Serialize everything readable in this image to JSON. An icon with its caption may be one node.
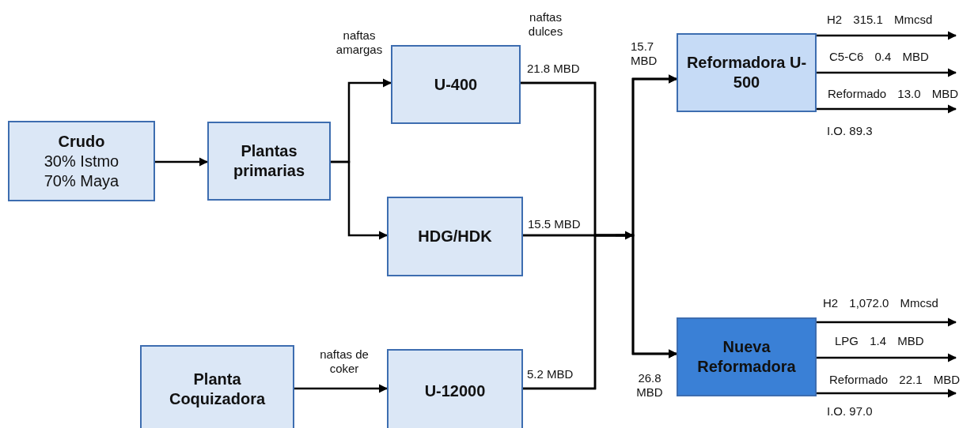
{
  "diagram": {
    "nodes": [
      {
        "text": [
          "Crudo",
          "30% Istmo 70% Maya"
        ]
      },
      {
        "text": [
          "Plantas primarias"
        ]
      },
      {
        "text": [
          "U-400"
        ]
      },
      {
        "text": [
          "HDG/HDK"
        ]
      },
      {
        "text": [
          "Planta Coquizadora"
        ]
      },
      {
        "text": [
          "U-12000"
        ]
      },
      {
        "text": [
          "Reformadora U-500"
        ]
      },
      {
        "text": [
          "Nueva Reformadora"
        ]
      }
    ],
    "edges": [
      {
        "from": 0,
        "to": 1,
        "arrow": "to"
      },
      {
        "from": 1,
        "to": 2,
        "arrow": "to",
        "label": "naftas amargas"
      },
      {
        "from": 1,
        "to": 3,
        "arrow": "to"
      },
      {
        "from": 4,
        "to": 5,
        "arrow": "to",
        "label": "naftas de coker"
      },
      {
        "from": 2,
        "to": 6,
        "arrow": "to",
        "label": "21.8 MBD"
      },
      {
        "from": 2,
        "to": 7,
        "arrow": "to"
      },
      {
        "from": 3,
        "to": 6,
        "arrow": "to",
        "label": "15.5 MBD"
      },
      {
        "from": 3,
        "to": 7,
        "arrow": "to"
      },
      {
        "from": 5,
        "to": 6,
        "arrow": "to",
        "label": "5.2 MBD"
      },
      {
        "from": 5,
        "to": 7,
        "arrow": "to"
      },
      {
        "from": 6,
        "to": null,
        "arrow": "to",
        "label": "H2 315.1 Mmcsd"
      },
      {
        "from": 6,
        "to": null,
        "arrow": "to",
        "label": "C5-C6 0.4 MBD"
      },
      {
        "from": 6,
        "to": null,
        "arrow": "to",
        "label": "Reformado 13.0 MBD"
      },
      {
        "from": 7,
        "to": null,
        "arrow": "to",
        "label": "H2 1,072.0 Mmcsd"
      },
      {
        "from": 7,
        "to": null,
        "arrow": "to",
        "label": "LPG 1.4 MBD"
      },
      {
        "from": 7,
        "to": null,
        "arrow": "to",
        "label": "Reformado 22.1 MBD"
      }
    ],
    "labels": [
      "naftas dulces",
      "15.7 MBD",
      "I.O. 89.3",
      "26.8 MBD",
      "I.O. 97.0"
    ]
  }
}
